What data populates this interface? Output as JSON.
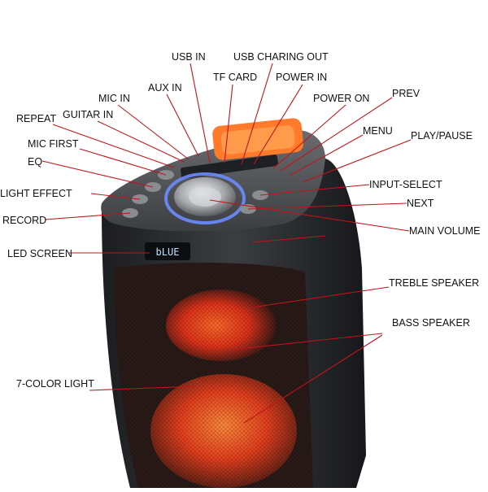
{
  "led_screen_text": "bLUE",
  "colors": {
    "pointer_line": "#c0141c",
    "speaker_body": "#2f3033",
    "top_panel": "#4a4c50",
    "glow": "#ff5a1e",
    "ring_light": "#6a8cff",
    "led_text": "#bfe0ff"
  },
  "labels": {
    "usb_in": "USB IN",
    "usb_charging_out": "USB CHARING OUT",
    "tf_card": "TF CARD",
    "power_in": "POWER IN",
    "aux_in": "AUX IN",
    "mic_in": "MIC IN",
    "power_on": "POWER ON",
    "prev": "PREV",
    "guitar_in": "GUITAR IN",
    "repeat": "REPEAT",
    "menu": "MENU",
    "mic_first": "MIC FIRST",
    "play_pause": "PLAY/PAUSE",
    "eq": "EQ",
    "input_select": "INPUT-SELECT",
    "light_effect": "LIGHT EFFECT",
    "next": "NEXT",
    "record": "RECORD",
    "main_volume": "MAIN VOLUME",
    "led_screen": "LED SCREEN",
    "treble_speaker": "TREBLE SPEAKER",
    "bass_speaker": "BASS SPEAKER",
    "color_light": "7-COLOR LIGHT"
  }
}
